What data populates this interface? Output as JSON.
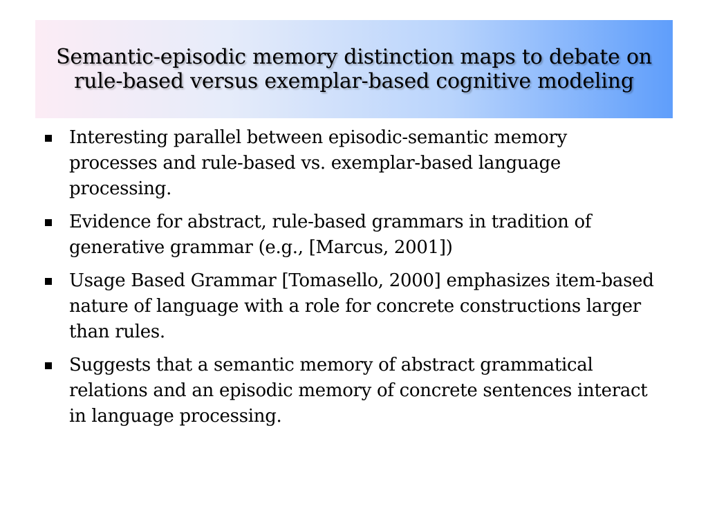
{
  "slide": {
    "title": "Semantic-episodic memory distinction maps to debate on rule-based versus exemplar-based cognitive modeling",
    "bullets": [
      "Interesting parallel between episodic-semantic memory processes and rule-based vs. exemplar-based language processing.",
      "Evidence for abstract, rule-based grammars in tradition of generative grammar (e.g., [Marcus, 2001])",
      "Usage Based Grammar [Tomasello, 2000] emphasizes item-based nature of language with a role for concrete constructions larger than rules.",
      "Suggests that a semantic memory of abstract grammatical relations and an episodic memory of concrete sentences interact in language processing."
    ]
  },
  "colors": {
    "title_gradient_start": "#fcecf5",
    "title_gradient_end": "#5f9efb",
    "text": "#000000",
    "background": "#ffffff"
  },
  "icons": {
    "bullet": "square-bullet-icon"
  }
}
